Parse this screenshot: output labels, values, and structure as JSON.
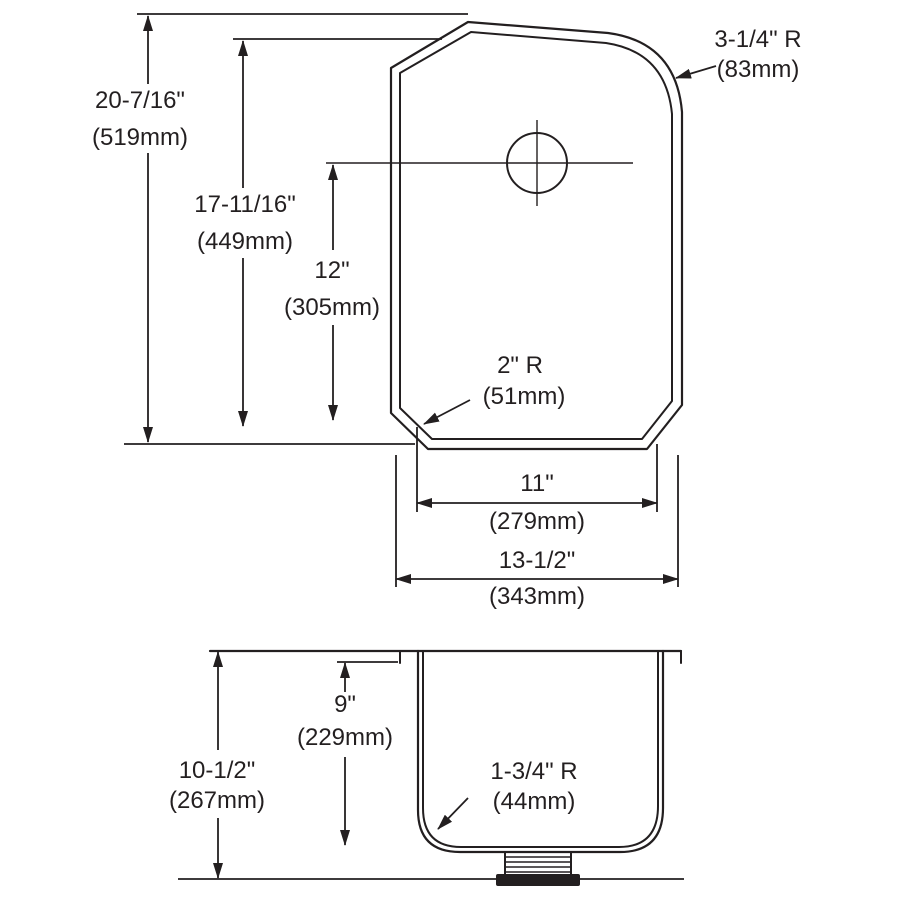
{
  "page": {
    "background": "#ffffff",
    "ink": "#231f20",
    "description": "Undermount sink technical dimension drawing, plan view and section view"
  },
  "top_view": {
    "overall_length": {
      "value": "20-7/16\"",
      "metric": "(519mm)"
    },
    "bowl_length": {
      "value": "17-11/16\"",
      "metric": "(449mm)"
    },
    "hole_to_bottom": {
      "value": "12\"",
      "metric": "(305mm)"
    },
    "top_corner_radius": {
      "value": "3-1/4\" R",
      "metric": "(83mm)"
    },
    "bottom_corner_radius": {
      "value": "2\" R",
      "metric": "(51mm)"
    },
    "bowl_width": {
      "value": "11\"",
      "metric": "(279mm)"
    },
    "overall_width": {
      "value": "13-1/2\"",
      "metric": "(343mm)"
    }
  },
  "section_view": {
    "overall_depth": {
      "value": "10-1/2\"",
      "metric": "(267mm)"
    },
    "bowl_depth": {
      "value": "9\"",
      "metric": "(229mm)"
    },
    "bottom_radius": {
      "value": "1-3/4\" R",
      "metric": "(44mm)"
    }
  }
}
